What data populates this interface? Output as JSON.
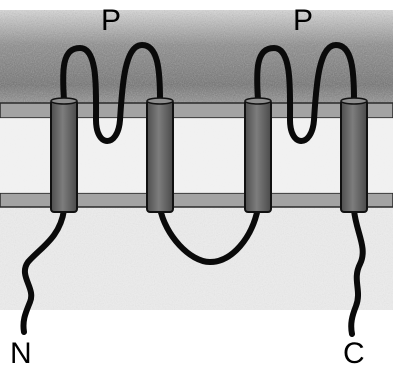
{
  "labels": {
    "pore_left": "P",
    "pore_right": "P",
    "n_terminus": "N",
    "c_terminus": "C"
  },
  "colors": {
    "extracellular_shading": "#6f6f6f",
    "membrane_fill": "#a9a9a9",
    "helix_fill": "#6a6a6a",
    "chain_stroke": "#0a0a0a"
  }
}
